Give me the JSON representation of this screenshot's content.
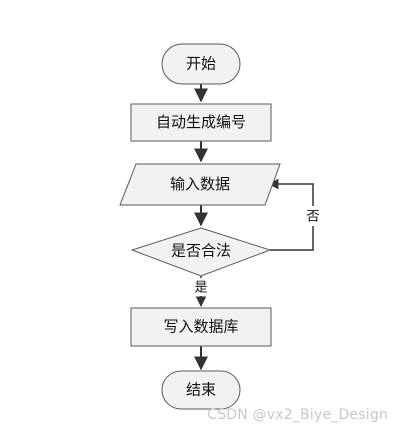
{
  "nodes": {
    "start": "开始",
    "generate": "自动生成编号",
    "input": "输入数据",
    "decision": "是否合法",
    "write": "写入数据库",
    "end": "结束"
  },
  "edges": {
    "yes": "是",
    "no": "否"
  },
  "watermark": "CSDN @vx2_Biye_Design",
  "colors": {
    "fill": "#f2f2f2",
    "stroke": "#5a5a5a",
    "line": "#333333"
  }
}
